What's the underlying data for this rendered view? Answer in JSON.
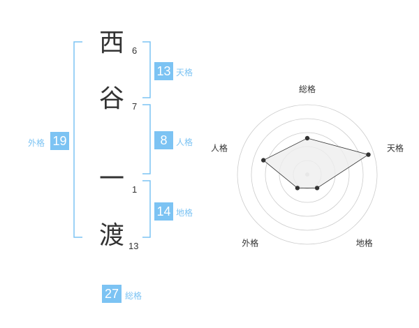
{
  "name": [
    {
      "char": "西",
      "strokes": "6"
    },
    {
      "char": "谷",
      "strokes": "7"
    },
    {
      "char": "一",
      "strokes": "1"
    },
    {
      "char": "渡",
      "strokes": "13"
    }
  ],
  "fortune": {
    "tenkaku": {
      "value": "13",
      "label": "天格"
    },
    "jinkaku": {
      "value": "8",
      "label": "人格"
    },
    "chikaku": {
      "value": "14",
      "label": "地格"
    },
    "gaikaku": {
      "value": "19",
      "label": "外格"
    },
    "soukaku": {
      "value": "27",
      "label": "総格"
    }
  },
  "colors": {
    "accent": "#7cc3f3",
    "bracket": "#7cc3f3",
    "grid": "#cccccc",
    "fill": "#eeeeee",
    "line": "#333333"
  },
  "chart_data": {
    "type": "radar",
    "categories": [
      "総格",
      "天格",
      "地格",
      "外格",
      "人格"
    ],
    "values": [
      2.6,
      4.6,
      1.2,
      1.2,
      3.3
    ],
    "rmax": 5,
    "rings": 5
  }
}
